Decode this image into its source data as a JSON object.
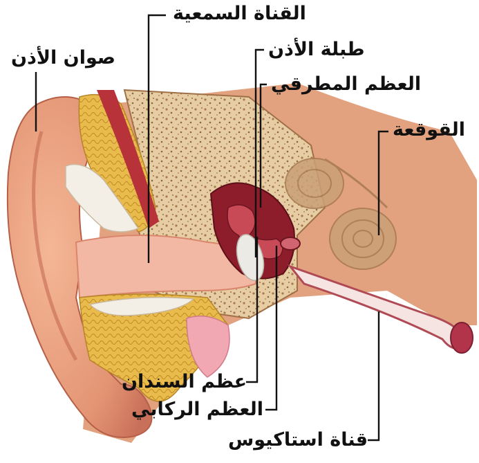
{
  "labels": {
    "ear_canal": "القناة السمعية",
    "pinna": "صوان الأذن",
    "eardrum": "طبلة الأذن",
    "hammer": "العظم المطرقي",
    "cochlea": "القوقعة",
    "anvil": "عظم السندان",
    "stirrup": "العظم الركابي",
    "eustachian_tube": "قناة استاكيوس"
  },
  "colors": {
    "skin": "#e8a07e",
    "skin_dark": "#c9705a",
    "bone": "#e3c79c",
    "bone_speckle": "#a8794e",
    "fat": "#e6b84a",
    "canal_pink": "#f2b9a8",
    "middle_ear_red": "#8e1d2b",
    "cochlea": "#c89a70",
    "leader_line": "#111111"
  }
}
